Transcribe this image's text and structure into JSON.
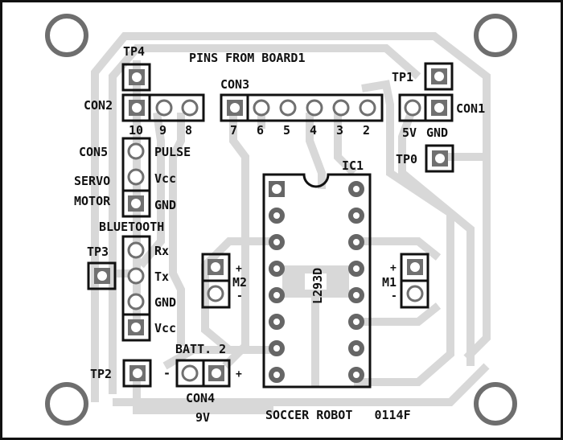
{
  "title": "PINS FROM BOARD1",
  "footer": "SOCCER ROBOT   0114F",
  "colors": {
    "background": "#ffffff",
    "trace": "#d8d8d8",
    "outline": "#111111",
    "pad": "#707070"
  },
  "components": {
    "tp4": "TP4",
    "tp1": "TP1",
    "tp0": "TP0",
    "tp3": "TP3",
    "tp2": "TP2",
    "con1": {
      "name": "CON1",
      "pins": [
        "5V",
        "GND"
      ]
    },
    "con2": {
      "name": "CON2",
      "pins": [
        "10",
        "9",
        "8"
      ]
    },
    "con3": {
      "name": "CON3",
      "pins": [
        "7",
        "6",
        "5",
        "4",
        "3",
        "2"
      ]
    },
    "con4": {
      "name": "CON4",
      "sub": "9V",
      "label": "BATT. 2",
      "minus": "-",
      "plus": "+"
    },
    "con5": {
      "name": "CON5",
      "desc1": "SERVO",
      "desc2": "MOTOR",
      "pins": [
        "PULSE",
        "Vcc",
        "GND"
      ]
    },
    "bluetooth": {
      "name": "BLUETOOTH",
      "pins": [
        "Rx",
        "Tx",
        "GND",
        "Vcc"
      ]
    },
    "ic1": {
      "name": "IC1",
      "part": "L293D"
    },
    "m1": {
      "name": "M1",
      "plus": "+",
      "minus": "-"
    },
    "m2": {
      "name": "M2",
      "plus": "+",
      "minus": "-"
    }
  }
}
